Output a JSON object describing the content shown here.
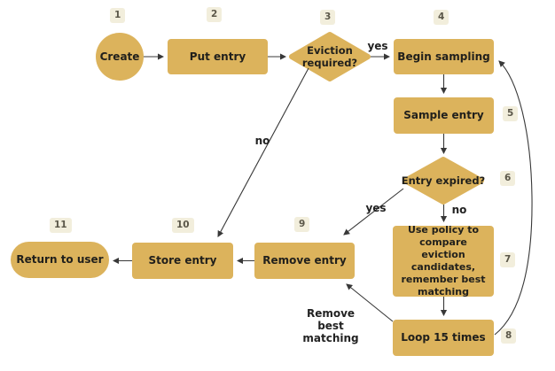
{
  "flowchart": {
    "nodes": [
      {
        "badge": "1",
        "label": "Create",
        "shape": "circle"
      },
      {
        "badge": "2",
        "label": "Put entry",
        "shape": "rect"
      },
      {
        "badge": "3",
        "label": "Eviction required?",
        "shape": "diamond"
      },
      {
        "badge": "4",
        "label": "Begin sampling",
        "shape": "rect"
      },
      {
        "badge": "5",
        "label": "Sample entry",
        "shape": "rect"
      },
      {
        "badge": "6",
        "label": "Entry expired?",
        "shape": "diamond"
      },
      {
        "badge": "7",
        "label": "Use policy to compare eviction candidates, remember best matching",
        "shape": "rect"
      },
      {
        "badge": "8",
        "label": "Loop 15 times",
        "shape": "rect"
      },
      {
        "badge": "9",
        "label": "Remove entry",
        "shape": "rect"
      },
      {
        "badge": "10",
        "label": "Store entry",
        "shape": "rect"
      },
      {
        "badge": "11",
        "label": "Return to user",
        "shape": "stadium"
      }
    ],
    "edge_labels": {
      "eviction_yes": "yes",
      "eviction_no": "no",
      "expired_yes": "yes",
      "expired_no": "no",
      "loop_to_remove": "Remove best matching"
    },
    "colors": {
      "node_fill": "#dcb35c",
      "node_text": "#21201c",
      "badge_fill": "#f2eedc",
      "badge_text": "#5b5749",
      "edge_color": "#383838",
      "background": "#ffffff"
    }
  }
}
